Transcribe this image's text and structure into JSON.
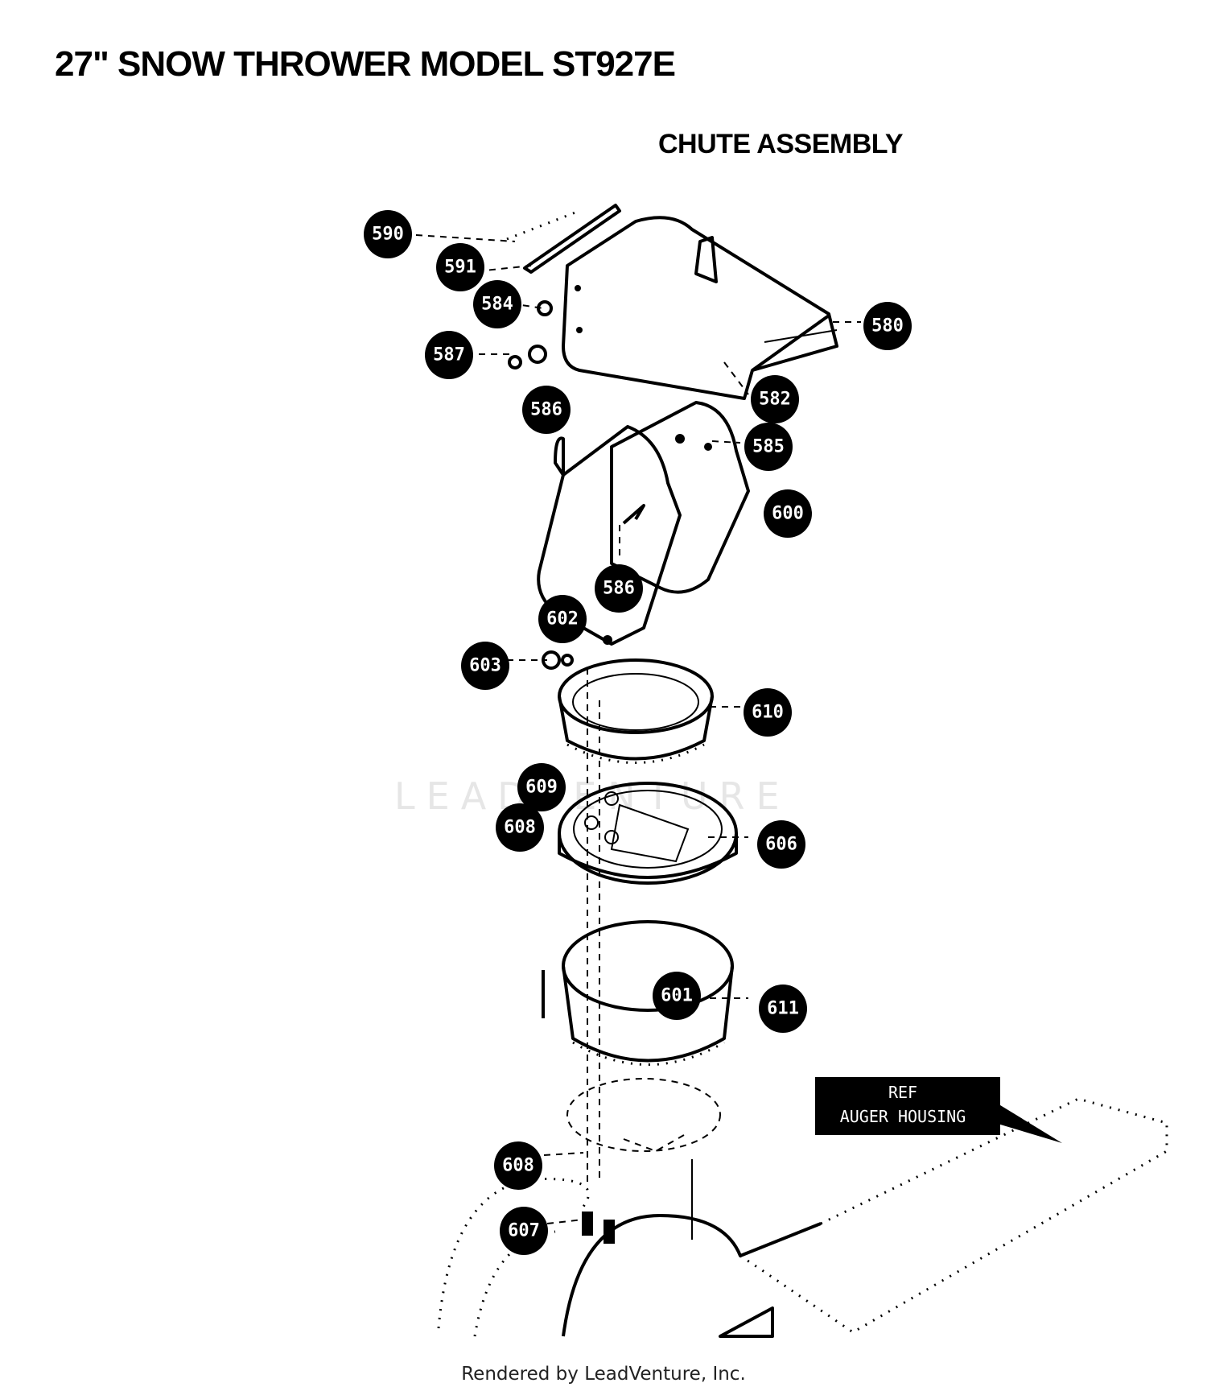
{
  "header": {
    "title": "27\" SNOW THROWER MODEL ST927E",
    "subtitle": "CHUTE ASSEMBLY"
  },
  "callouts": [
    {
      "id": "590",
      "label": "590"
    },
    {
      "id": "591",
      "label": "591"
    },
    {
      "id": "584",
      "label": "584"
    },
    {
      "id": "587",
      "label": "587"
    },
    {
      "id": "586a",
      "label": "586"
    },
    {
      "id": "580",
      "label": "580"
    },
    {
      "id": "582",
      "label": "582"
    },
    {
      "id": "585",
      "label": "585"
    },
    {
      "id": "600",
      "label": "600"
    },
    {
      "id": "586b",
      "label": "586"
    },
    {
      "id": "602",
      "label": "602"
    },
    {
      "id": "603",
      "label": "603"
    },
    {
      "id": "610",
      "label": "610"
    },
    {
      "id": "609",
      "label": "609"
    },
    {
      "id": "608a",
      "label": "608"
    },
    {
      "id": "606",
      "label": "606"
    },
    {
      "id": "601",
      "label": "601"
    },
    {
      "id": "611",
      "label": "611"
    },
    {
      "id": "608b",
      "label": "608"
    },
    {
      "id": "607",
      "label": "607"
    }
  ],
  "reference_box": {
    "line1": "REF",
    "line2": "AUGER HOUSING"
  },
  "watermark": "LEADVENTURE",
  "footer": "Rendered by LeadVenture, Inc."
}
